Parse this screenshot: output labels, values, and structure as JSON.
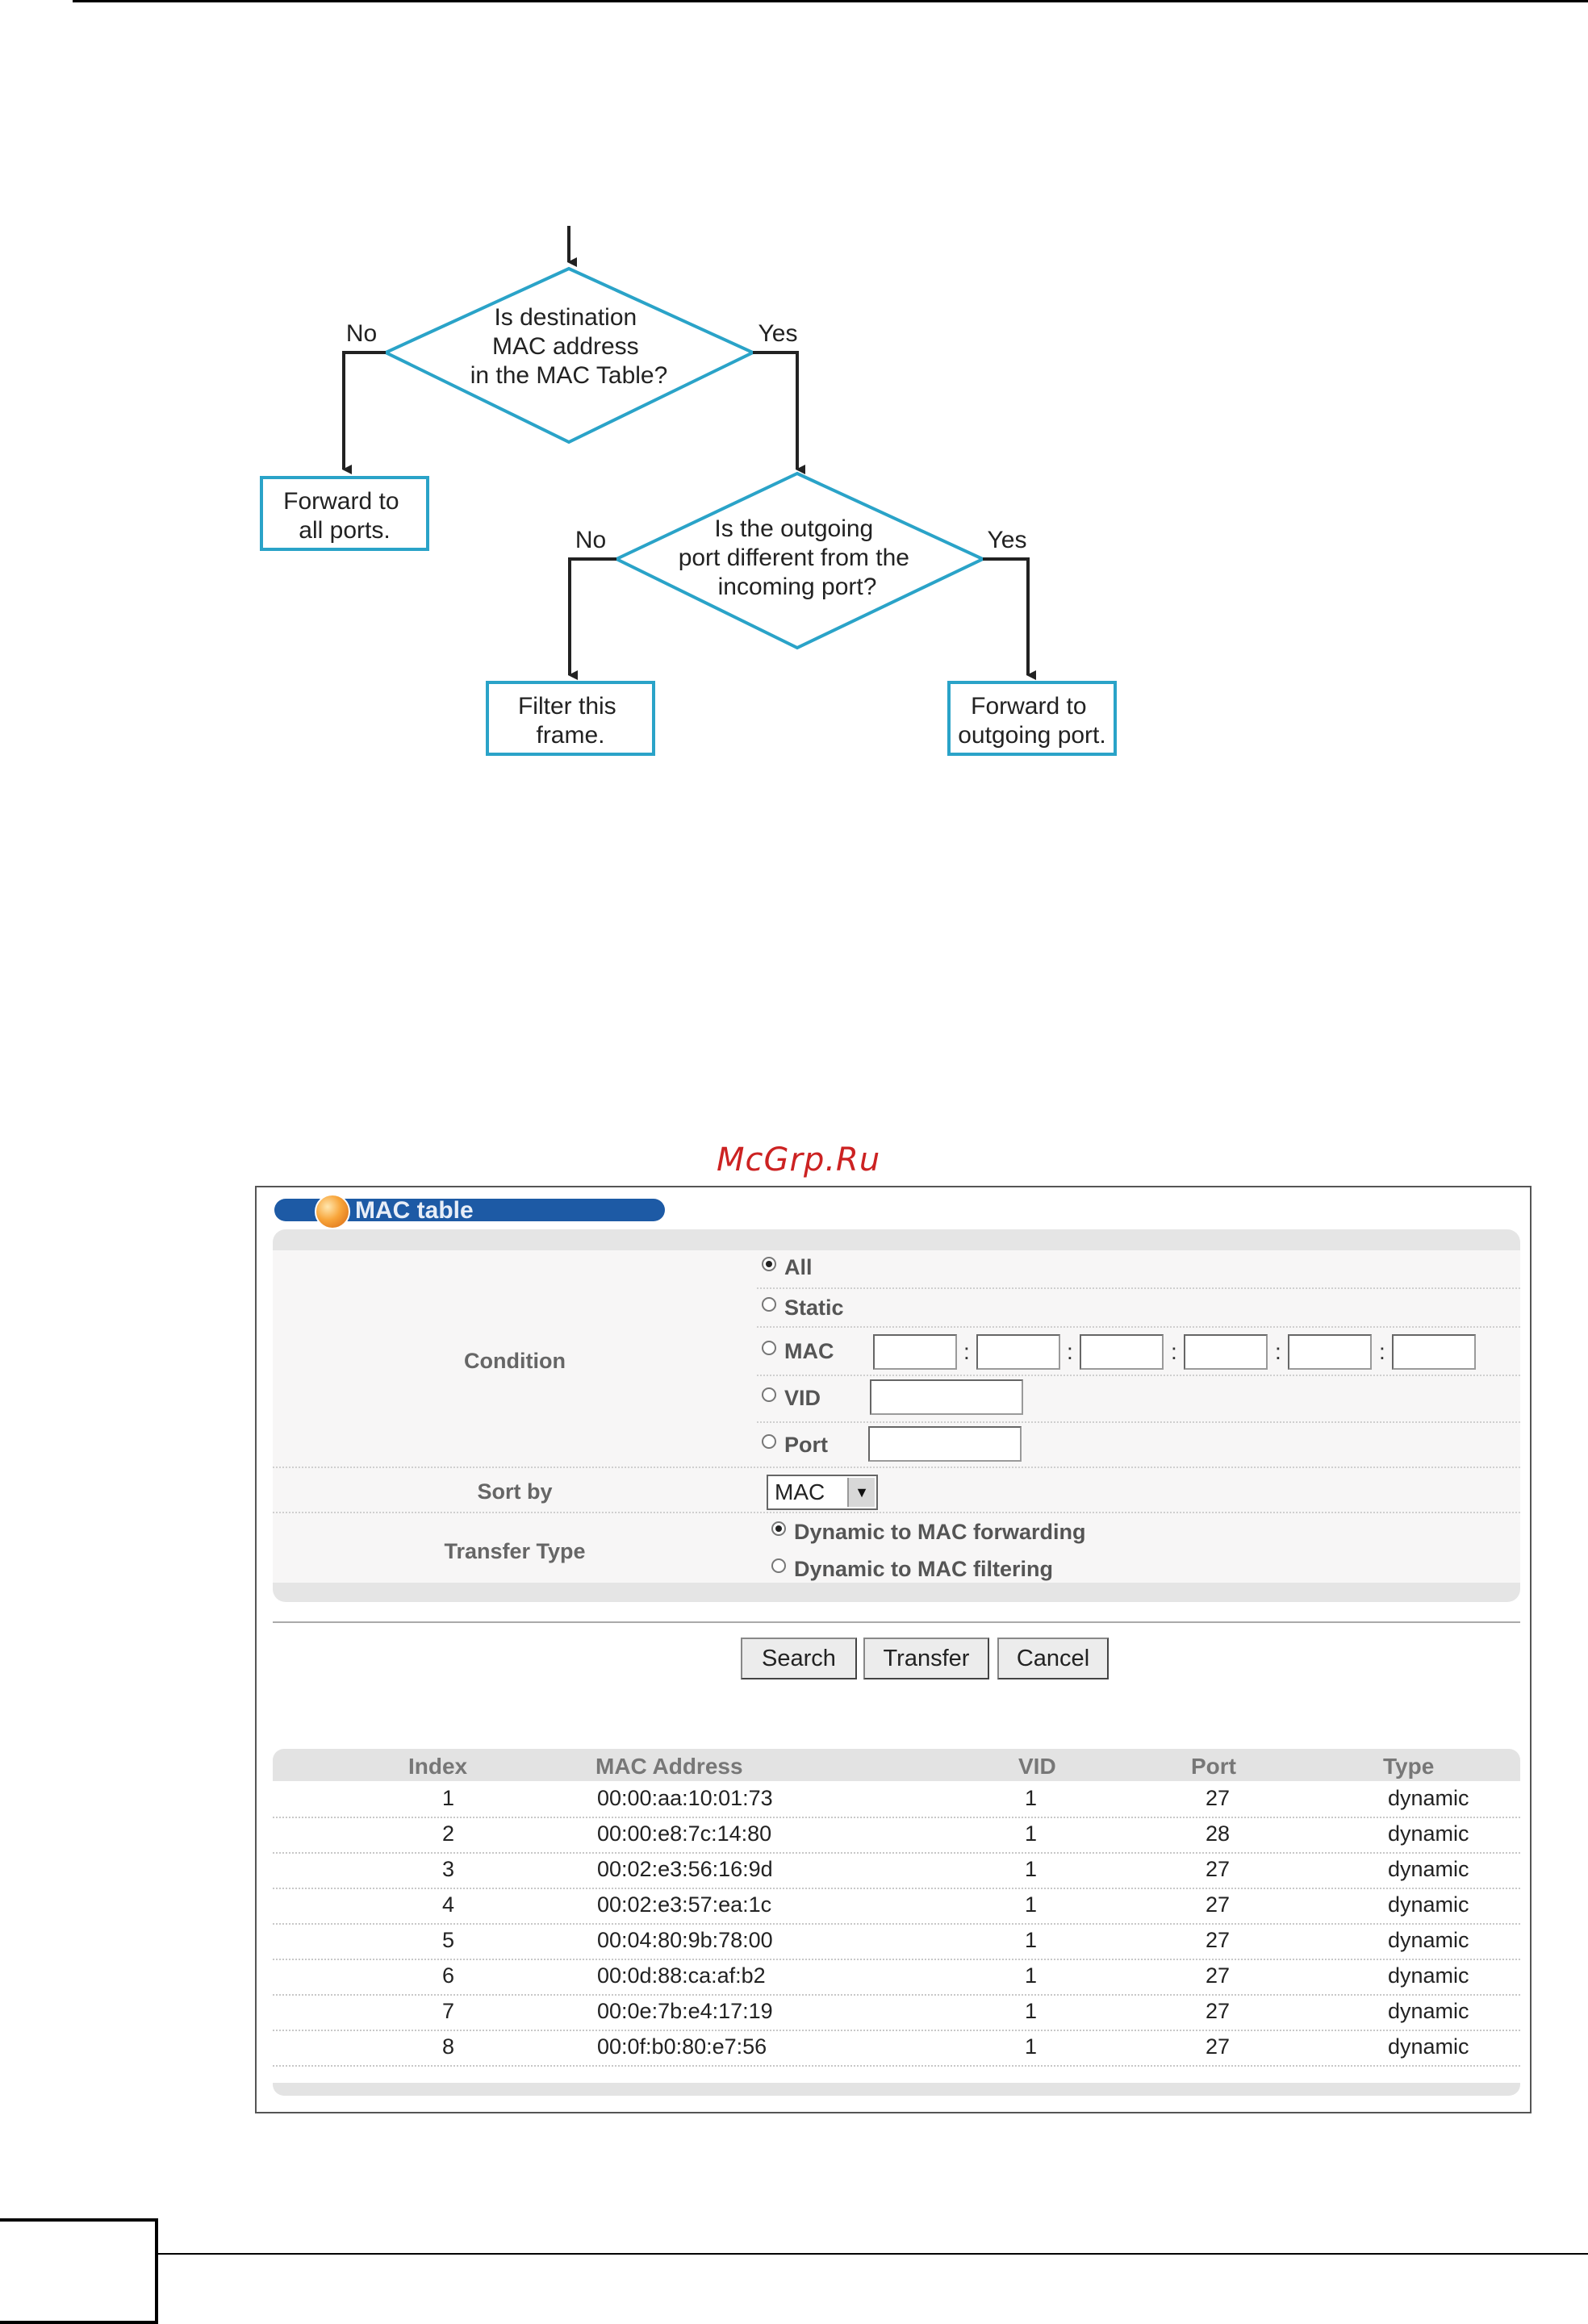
{
  "flowchart": {
    "decision1": [
      "Is destination",
      "MAC address",
      "in the MAC Table?"
    ],
    "decision1_no": "No",
    "decision1_yes": "Yes",
    "result_forward_all": [
      "Forward to",
      "all ports."
    ],
    "decision2": [
      "Is the outgoing",
      "port different from the",
      "incoming port?"
    ],
    "decision2_no": "No",
    "decision2_yes": "Yes",
    "result_filter": [
      "Filter this",
      "frame."
    ],
    "result_forward_out": [
      "Forward to",
      "outgoing port."
    ]
  },
  "watermark": "McGrp.Ru",
  "mac_screen": {
    "title": "MAC table",
    "labels": {
      "condition": "Condition",
      "sort_by": "Sort by",
      "transfer_type": "Transfer Type"
    },
    "condition_options": {
      "all": "All",
      "static": "Static",
      "mac": "MAC",
      "vid": "VID",
      "port": "Port",
      "selected": "All"
    },
    "mac_separator": ":",
    "sort_by_value": "MAC",
    "transfer_options": {
      "forwarding": "Dynamic to MAC forwarding",
      "filtering": "Dynamic to MAC filtering",
      "selected": "Dynamic to MAC forwarding"
    },
    "buttons": {
      "search": "Search",
      "transfer": "Transfer",
      "cancel": "Cancel"
    },
    "table": {
      "headers": [
        "Index",
        "MAC Address",
        "VID",
        "Port",
        "Type"
      ],
      "rows": [
        [
          "1",
          "00:00:aa:10:01:73",
          "1",
          "27",
          "dynamic"
        ],
        [
          "2",
          "00:00:e8:7c:14:80",
          "1",
          "28",
          "dynamic"
        ],
        [
          "3",
          "00:02:e3:56:16:9d",
          "1",
          "27",
          "dynamic"
        ],
        [
          "4",
          "00:02:e3:57:ea:1c",
          "1",
          "27",
          "dynamic"
        ],
        [
          "5",
          "00:04:80:9b:78:00",
          "1",
          "27",
          "dynamic"
        ],
        [
          "6",
          "00:0d:88:ca:af:b2",
          "1",
          "27",
          "dynamic"
        ],
        [
          "7",
          "00:0e:7b:e4:17:19",
          "1",
          "27",
          "dynamic"
        ],
        [
          "8",
          "00:0f:b0:80:e7:56",
          "1",
          "27",
          "dynamic"
        ]
      ]
    }
  },
  "colors": {
    "flow_blue": "#2aa3c8",
    "title_bar": "#1d5aa5"
  }
}
